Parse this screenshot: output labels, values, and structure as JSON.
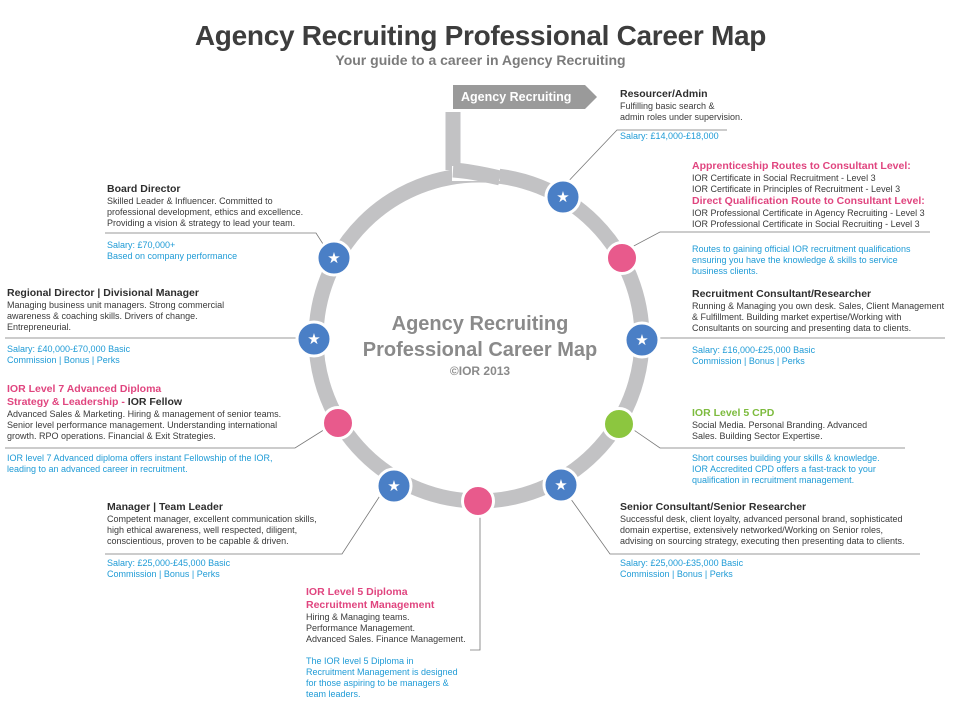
{
  "header": {
    "title": "Agency Recruiting Professional Career Map",
    "subtitle": "Your guide to a career in Agency Recruiting"
  },
  "center": {
    "line1": "Agency Recruiting",
    "line2": "Professional Career Map",
    "line3": "©IOR 2013"
  },
  "start_tag": "Agency Recruiting",
  "colors": {
    "ring": "#c2c2c4",
    "star_node": "#4a7fc6",
    "pink_node": "#e85a8c",
    "green_node": "#8cc63f",
    "accent_blue": "#1f9bd6",
    "accent_pink": "#e0457f"
  },
  "blocks": {
    "resourcer": {
      "heading": "Resourcer/Admin",
      "text": "Fulfilling basic search &\nadmin roles under supervision.",
      "note": "Salary: £14,000-£18,000"
    },
    "apprenticeship": {
      "heading1": "Apprenticeship Routes to Consultant Level:",
      "text1": "IOR Certificate in Social Recruitment - Level 3\nIOR Certificate in Principles of Recruitment - Level 3",
      "heading2": "Direct Qualification Route to Consultant Level:",
      "text2": "IOR Professional Certificate in Agency Recruiting - Level 3\nIOR Professional Certificate in Social Recruiting - Level 3",
      "note": "Routes to gaining official IOR recruitment qualifications\nensuring you have the knowledge & skills to service\nbusiness clients."
    },
    "consultant": {
      "heading": "Recruitment Consultant/Researcher",
      "text": "Running & Managing you own desk. Sales, Client Management\n& Fulfillment. Building market expertise/Working with\nConsultants on sourcing and presenting data to clients.",
      "note": "Salary: £16,000-£25,000 Basic\nCommission | Bonus | Perks"
    },
    "cpd": {
      "heading": "IOR Level 5 CPD",
      "text": "Social Media.  Personal Branding. Advanced\nSales. Building Sector Expertise.",
      "note": "Short courses building your skills & knowledge.\nIOR Accredited CPD offers a fast-track to your\nqualification in recruitment management."
    },
    "senior": {
      "heading": "Senior Consultant/Senior Researcher",
      "text": "Successful desk, client loyalty, advanced personal brand, sophisticated\ndomain expertise, extensively networked/Working on Senior roles,\nadvising on sourcing strategy, executing then presenting data to clients.",
      "note": "Salary: £25,000-£35,000 Basic\nCommission | Bonus | Perks"
    },
    "diploma5": {
      "heading": "IOR Level 5 Diploma\nRecruitment Management",
      "text": "Hiring & Managing teams.\nPerformance Management.\nAdvanced Sales. Finance Management.",
      "note": "The IOR level 5 Diploma in\nRecruitment Management is designed\nfor those aspiring to be managers &\nteam leaders."
    },
    "manager": {
      "heading": "Manager | Team Leader",
      "text": "Competent manager, excellent communication skills,\nhigh ethical awareness, well respected, diligent,\nconscientious, proven to be capable & driven.",
      "note": "Salary: £25,000-£45,000 Basic\nCommission | Bonus | Perks"
    },
    "level7": {
      "heading": "IOR Level 7 Advanced Diploma\nStrategy & Leadership - ",
      "heading_dark": "IOR Fellow",
      "text": "Advanced Sales & Marketing.  Hiring & management of senior teams.\nSenior level performance management.  Understanding international\ngrowth. RPO operations. Financial & Exit Strategies.",
      "note": "IOR level 7 Advanced diploma offers instant Fellowship of the IOR,\nleading to an advanced career in recruitment."
    },
    "regional": {
      "heading": "Regional Director | Divisional Manager",
      "text": "Managing business unit managers. Strong commercial\nawareness & coaching skills. Drivers of change.\nEntrepreneurial.",
      "note": "Salary: £40,000-£70,000 Basic\nCommission | Bonus | Perks"
    },
    "board": {
      "heading": "Board Director",
      "text": "Skilled Leader & Influencer. Committed to\nprofessional development, ethics and excellence.\nProviding a vision & strategy to lead your team.",
      "note": "Salary: £70,000+\nBased on company performance"
    }
  }
}
